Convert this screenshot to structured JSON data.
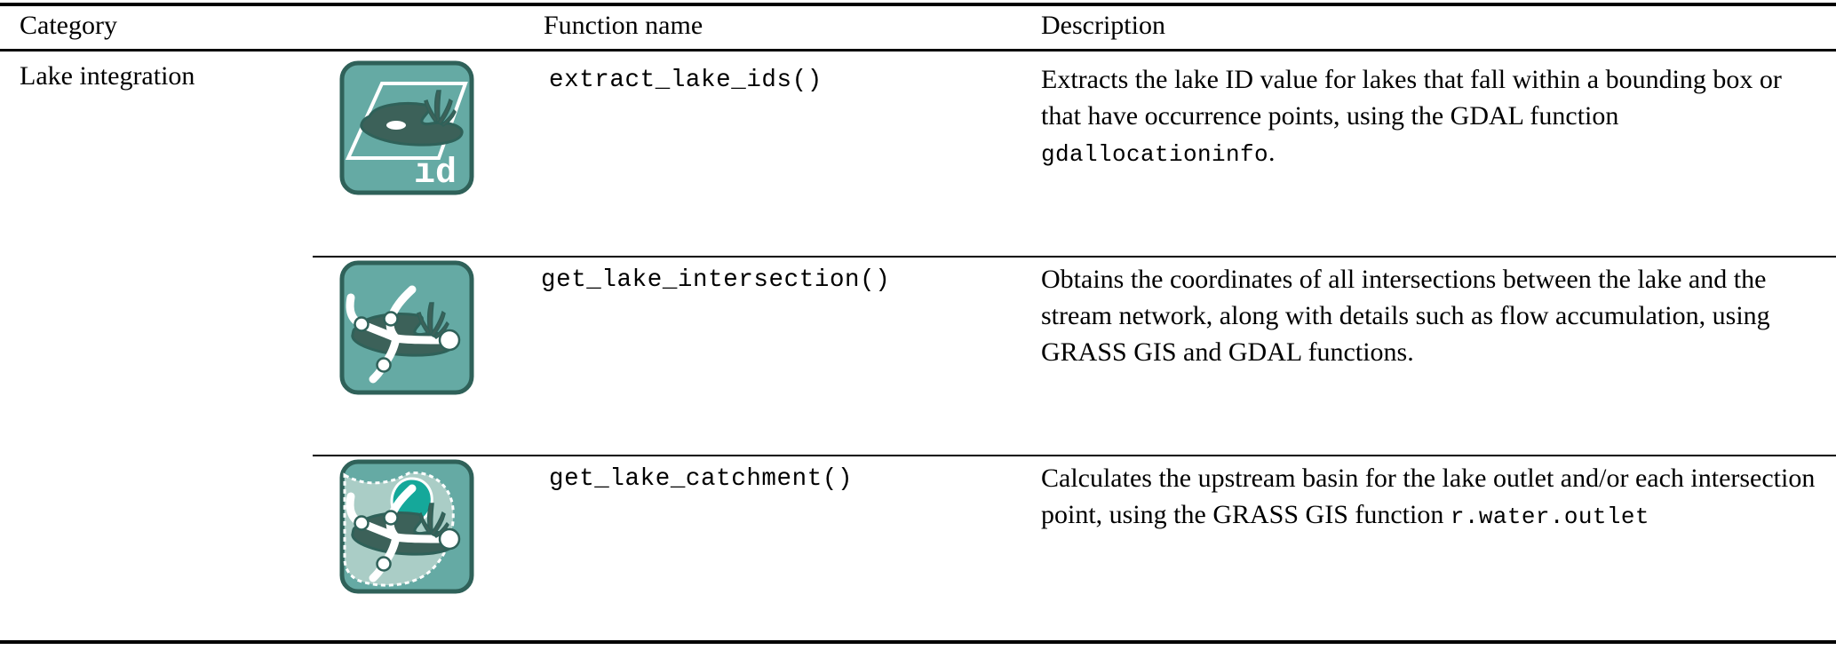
{
  "table": {
    "headers": {
      "category": "Category",
      "function_name": "Function name",
      "description": "Description"
    },
    "category_label": "Lake integration",
    "rows": [
      {
        "icon_name": "lake-id-icon",
        "icon_badge_text": "id",
        "function_name": "extract_lake_ids()",
        "description_parts": [
          {
            "type": "text",
            "value": "Extracts the lake ID value for lakes that fall within a bounding box or that have occurrence points, using the GDAL function "
          },
          {
            "type": "code",
            "value": "gdallocationinfo"
          },
          {
            "type": "text",
            "value": "."
          }
        ],
        "description_plain": "Extracts the lake ID value for lakes that fall within a bounding box or that have occurrence points, using the GDAL function gdallocationinfo."
      },
      {
        "icon_name": "lake-stream-intersection-icon",
        "icon_badge_text": "",
        "function_name": "get_lake_intersection()",
        "description_parts": [
          {
            "type": "text",
            "value": "Obtains the coordinates of all intersections between the lake and the stream network, along with details such as flow accumulation, using GRASS GIS and GDAL functions."
          }
        ],
        "description_plain": "Obtains the coordinates of all intersections between the lake and the stream network, along with details such as flow accumulation, using GRASS GIS and GDAL functions."
      },
      {
        "icon_name": "lake-catchment-icon",
        "icon_badge_text": "",
        "function_name": "get_lake_catchment()",
        "description_parts": [
          {
            "type": "text",
            "value": "Calculates the upstream basin for the lake outlet and/or each intersection point, using the GRASS GIS function "
          },
          {
            "type": "code",
            "value": "r.water.outlet"
          }
        ],
        "description_plain": "Calculates the upstream basin for the lake outlet and/or each intersection point, using the GRASS GIS function r.water.outlet"
      }
    ]
  },
  "colors": {
    "icon_background": "#65aaa4",
    "icon_border": "#2f6159",
    "lake_fill": "#3c6159",
    "stream_white": "#ffffff",
    "catchment_overlay": "#b6d3cd",
    "subcatchment_teal": "#15a89a",
    "rule_color": "#000000"
  }
}
